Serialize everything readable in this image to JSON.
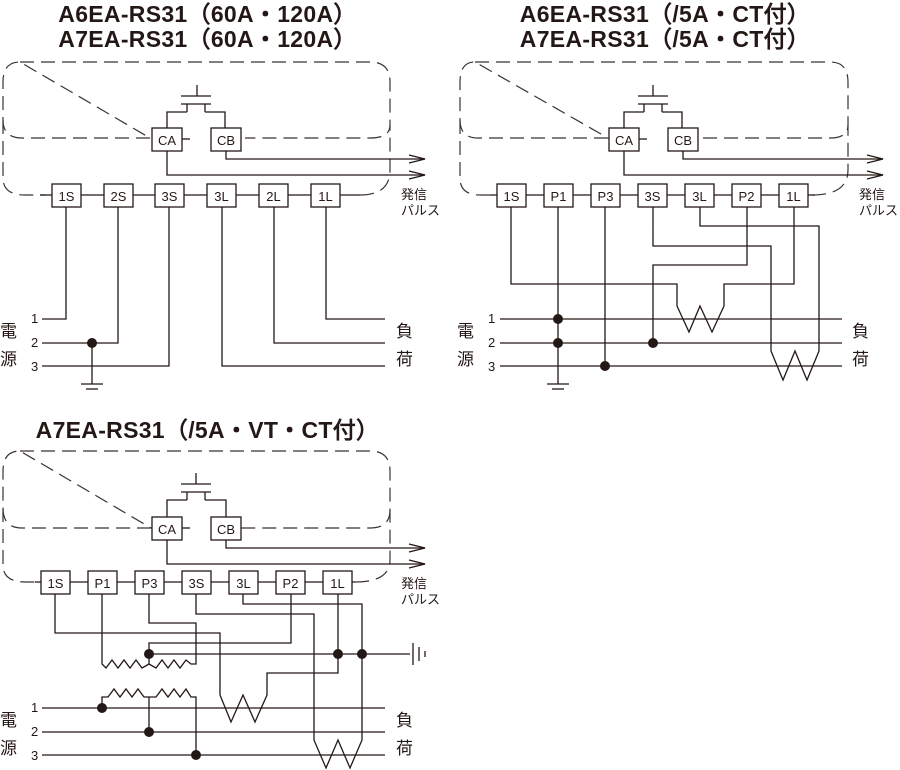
{
  "diagrams": [
    {
      "id": "diagram-60a-120a",
      "title_lines": [
        "A6EA-RS31（60A・120A）",
        "A7EA-RS31（60A・120A）"
      ],
      "contact_terminals": [
        "CA",
        "CB"
      ],
      "terminals": [
        "1S",
        "2S",
        "3S",
        "3L",
        "2L",
        "1L"
      ],
      "pulse_label": [
        "発信",
        "パルス"
      ],
      "source_label": [
        "電",
        "源"
      ],
      "load_label": [
        "負",
        "荷"
      ],
      "line_numbers": [
        "1",
        "2",
        "3"
      ]
    },
    {
      "id": "diagram-5a-ct",
      "title_lines": [
        "A6EA-RS31（/5A・CT付）",
        "A7EA-RS31（/5A・CT付）"
      ],
      "contact_terminals": [
        "CA",
        "CB"
      ],
      "terminals": [
        "1S",
        "P1",
        "P3",
        "3S",
        "3L",
        "P2",
        "1L"
      ],
      "pulse_label": [
        "発信",
        "パルス"
      ],
      "source_label": [
        "電",
        "源"
      ],
      "load_label": [
        "負",
        "荷"
      ],
      "line_numbers": [
        "1",
        "2",
        "3"
      ]
    },
    {
      "id": "diagram-5a-vt-ct",
      "title_lines": [
        "A7EA-RS31（/5A・VT・CT付）"
      ],
      "contact_terminals": [
        "CA",
        "CB"
      ],
      "terminals": [
        "1S",
        "P1",
        "P3",
        "3S",
        "3L",
        "P2",
        "1L"
      ],
      "pulse_label": [
        "発信",
        "パルス"
      ],
      "source_label": [
        "電",
        "源"
      ],
      "load_label": [
        "負",
        "荷"
      ],
      "line_numbers": [
        "1",
        "2",
        "3"
      ]
    }
  ],
  "colors": {
    "line": "#231815",
    "dash": "#3a3331"
  }
}
